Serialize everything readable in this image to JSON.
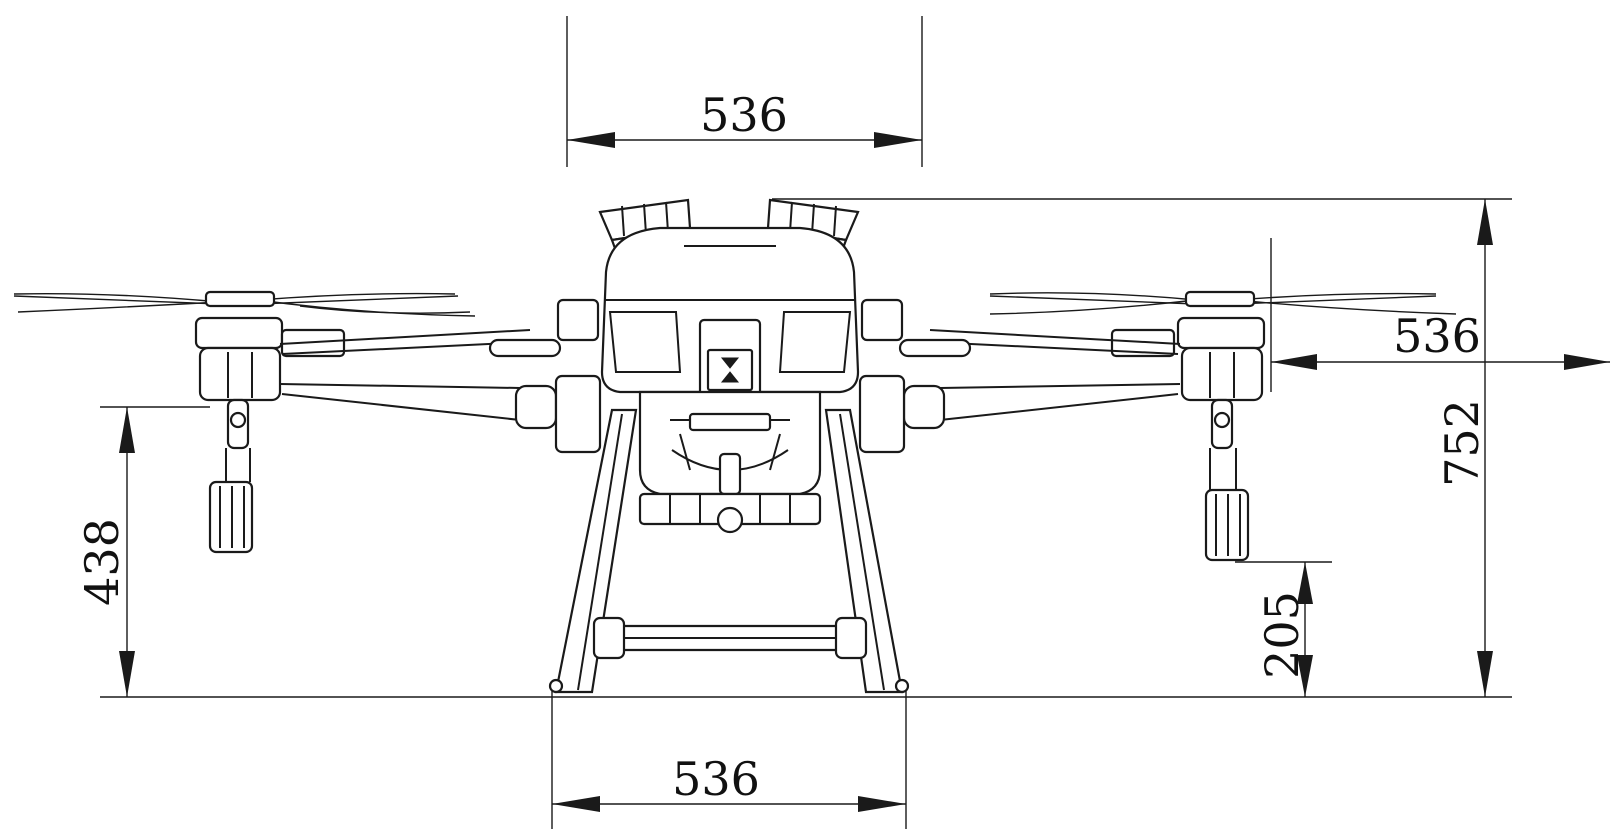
{
  "dimensions": {
    "top_width": "536",
    "right_arm": "536",
    "overall_height": "752",
    "arm_height": "438",
    "nozzle_clearance": "205",
    "bottom_width": "536"
  },
  "colors": {
    "line": "#1a1a1a",
    "background": "#ffffff"
  }
}
